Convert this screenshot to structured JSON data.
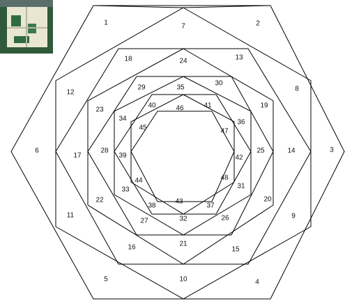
{
  "diagram": {
    "piece_labels": [
      "1",
      "2",
      "3",
      "4",
      "5",
      "6",
      "7",
      "8",
      "9",
      "10",
      "11",
      "12",
      "13",
      "14",
      "15",
      "16",
      "17",
      "18",
      "19",
      "20",
      "21",
      "22",
      "23",
      "24",
      "25",
      "26",
      "27",
      "28",
      "29",
      "30",
      "31",
      "32",
      "33",
      "34",
      "35",
      "36",
      "37",
      "38",
      "39",
      "40",
      "41",
      "42",
      "43",
      "44",
      "45",
      "46",
      "47",
      "48"
    ]
  },
  "thumbnail": {
    "icon": "quilt-fabric-thumbnail",
    "colors": {
      "base": "#2e5a3a",
      "cream": "#e9e7d2",
      "top": "#5b6f6a"
    }
  }
}
